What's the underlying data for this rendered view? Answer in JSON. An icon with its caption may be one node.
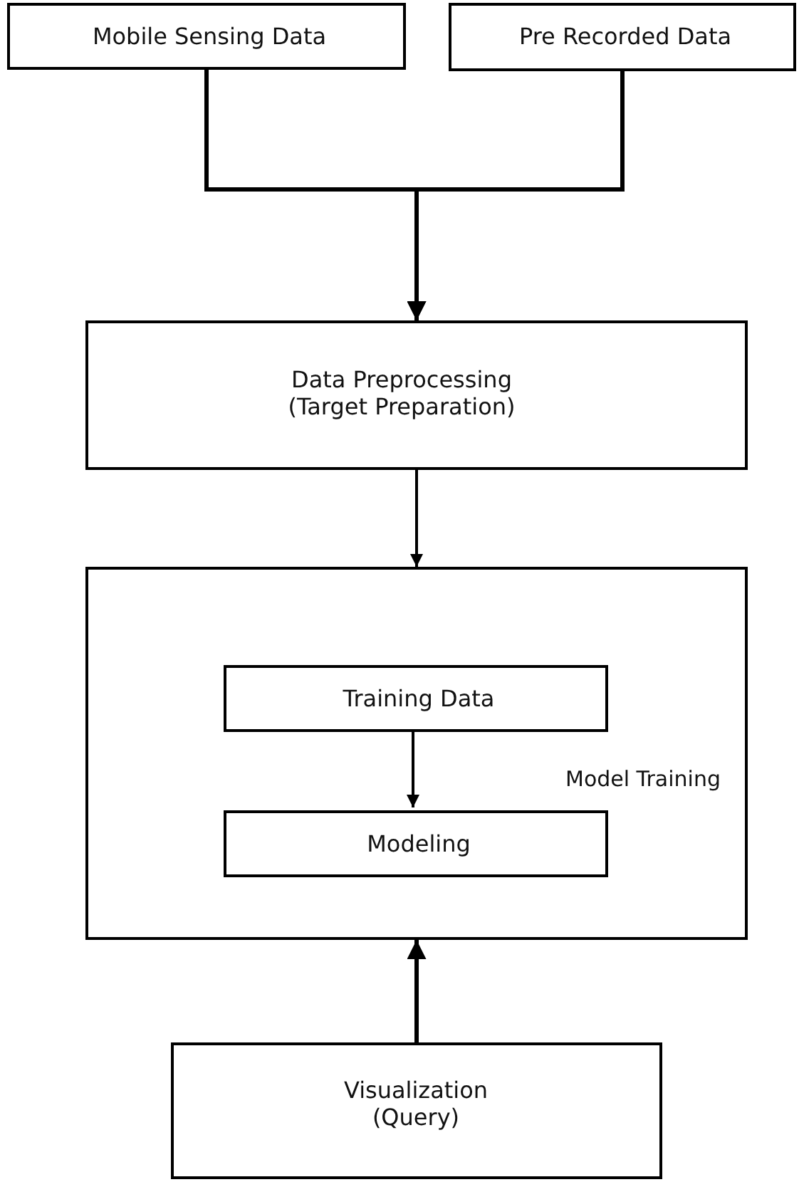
{
  "diagram": {
    "nodes": [
      {
        "text": [
          "Mobile Sensing Data"
        ]
      },
      {
        "text": [
          "Pre Recorded Data"
        ]
      },
      {
        "text": [
          "Data Preprocessing (Target Preparation)"
        ]
      },
      {
        "text": [
          "Model Training"
        ]
      },
      {
        "text": [
          "Training Data"
        ],
        "in": 3
      },
      {
        "text": [
          "Modeling"
        ],
        "in": 3
      },
      {
        "text": [
          "Visualization (Query)"
        ]
      }
    ],
    "edges": [
      {
        "from": 0,
        "to": 2,
        "arrow": "to"
      },
      {
        "from": 1,
        "to": 2,
        "arrow": "to"
      },
      {
        "from": 2,
        "to": 3,
        "arrow": "to"
      },
      {
        "from": 4,
        "to": 5,
        "arrow": "to"
      },
      {
        "from": 6,
        "to": 3,
        "arrow": "to"
      }
    ]
  }
}
